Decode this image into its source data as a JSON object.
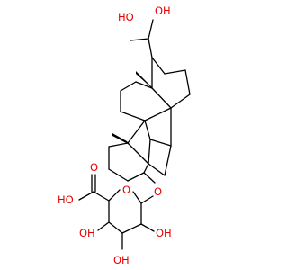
{
  "colors": {
    "background": "#ffffff",
    "bond": "#000000",
    "heteroatom_oxygen": "#e60000"
  },
  "labels": {
    "hydroxyl_top": "OH",
    "ho_top": "HO",
    "ring_oxygen": "O",
    "ether_oxygen": "O",
    "acid_ho": "HO",
    "acid_o": "O",
    "oh_left": "OH",
    "oh_bottom": "OH",
    "oh_right": "OH"
  }
}
